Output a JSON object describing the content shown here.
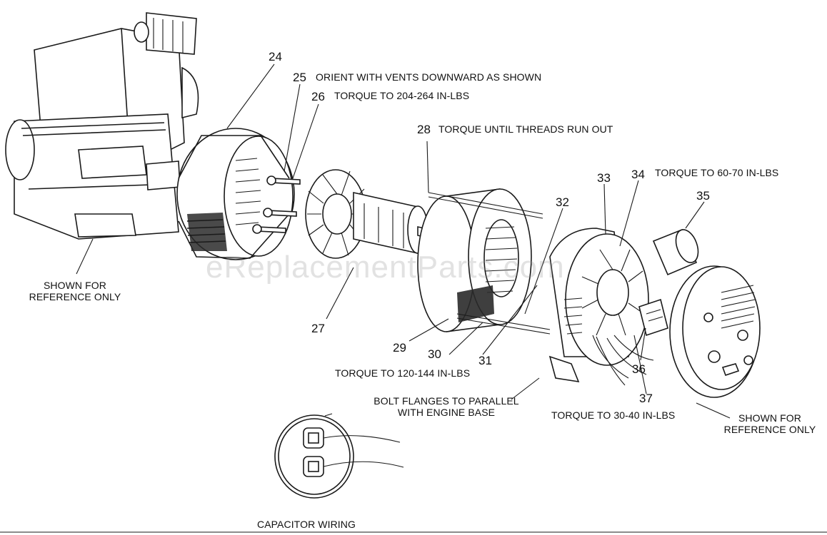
{
  "part_numbers": {
    "p24": "24",
    "p25": "25",
    "p26": "26",
    "p27": "27",
    "p28": "28",
    "p29": "29",
    "p30": "30",
    "p31": "31",
    "p32": "32",
    "p33": "33",
    "p34": "34",
    "p35": "35",
    "p36": "36",
    "p37": "37"
  },
  "notes": {
    "orient_vents": "ORIENT WITH VENTS DOWNWARD AS SHOWN",
    "torque_204_264": "TORQUE TO 204-264 IN-LBS",
    "torque_threads": "TORQUE UNTIL THREADS RUN OUT",
    "torque_60_70": "TORQUE TO 60-70 IN-LBS",
    "torque_120_144": "TORQUE TO 120-144 IN-LBS",
    "bolt_flanges_line1": "BOLT FLANGES TO PARALLEL",
    "bolt_flanges_line2": "WITH ENGINE BASE",
    "torque_30_40": "TORQUE TO 30-40 IN-LBS",
    "shown_ref_left_line1": "SHOWN FOR",
    "shown_ref_left_line2": "REFERENCE ONLY",
    "shown_ref_right_line1": "SHOWN FOR",
    "shown_ref_right_line2": "REFERENCE ONLY",
    "capacitor_wiring": "CAPACITOR WIRING"
  },
  "watermark": "eReplacementParts.com",
  "colors": {
    "line": "#1a1a1a",
    "background": "#ffffff",
    "watermark": "#969696"
  }
}
